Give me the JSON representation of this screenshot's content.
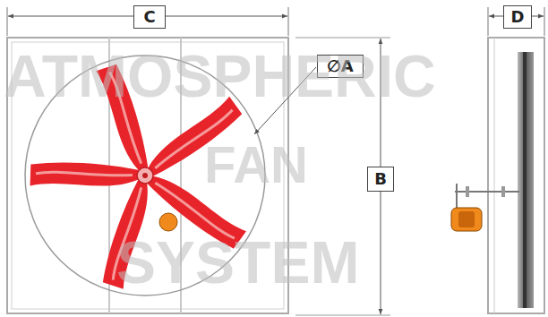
{
  "diagram": {
    "nodes": [
      {
        "text": [
          "C"
        ]
      },
      {
        "text": [
          "∅A"
        ]
      },
      {
        "text": [
          "B"
        ]
      },
      {
        "text": [
          "D"
        ]
      }
    ],
    "labels": [
      "ATMOSPHERIC",
      "FAN",
      "SYSTEM"
    ]
  }
}
